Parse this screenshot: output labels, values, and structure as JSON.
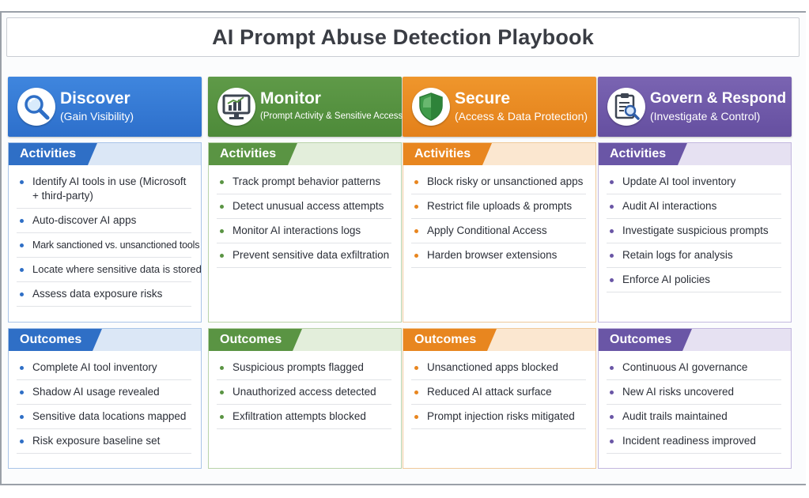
{
  "title": "AI Prompt Abuse Detection Playbook",
  "colors": {
    "discover": "#2f6fc6",
    "monitor": "#5a9443",
    "secure": "#e8861f",
    "govern": "#6a56a6"
  },
  "columns": [
    {
      "icon": "magnifier-icon",
      "title": "Discover",
      "subtitle": "(Gain Visibility)",
      "activities_label": "Activities",
      "activities": [
        "Identify AI tools in use (Microsoft + third-party)",
        "Auto-discover AI apps",
        "Mark sanctioned vs. unsanctioned tools",
        "Locate where sensitive data is stored",
        "Assess data exposure risks"
      ],
      "outcomes_label": "Outcomes",
      "outcomes": [
        "Complete AI tool inventory",
        "Shadow AI usage revealed",
        "Sensitive data locations mapped",
        "Risk exposure baseline set"
      ]
    },
    {
      "icon": "monitor-chart-icon",
      "title": "Monitor",
      "subtitle": "(Prompt Activity & Sensitive Access)",
      "activities_label": "Activities",
      "activities": [
        "Track prompt behavior patterns",
        "Detect unusual access attempts",
        "Monitor AI interactions logs",
        "Prevent sensitive data exfiltration"
      ],
      "outcomes_label": "Outcomes",
      "outcomes": [
        "Suspicious prompts flagged",
        "Unauthorized access detected",
        "Exfiltration attempts blocked"
      ]
    },
    {
      "icon": "shield-icon",
      "title": "Secure",
      "subtitle": "(Access & Data Protection)",
      "activities_label": "Activities",
      "activities": [
        "Block risky or unsanctioned apps",
        "Restrict file uploads & prompts",
        "Apply Conditional Access",
        "Harden browser extensions"
      ],
      "outcomes_label": "Outcomes",
      "outcomes": [
        "Unsanctioned apps blocked",
        "Reduced AI attack surface",
        "Prompt injection risks mitigated"
      ]
    },
    {
      "icon": "clipboard-search-icon",
      "title": "Govern & Respond",
      "subtitle": "(Investigate & Control)",
      "activities_label": "Activities",
      "activities": [
        "Update AI tool inventory",
        "Audit AI interactions",
        "Investigate suspicious prompts",
        "Retain logs for analysis",
        "Enforce AI policies"
      ],
      "outcomes_label": "Outcomes",
      "outcomes": [
        "Continuous AI governance",
        "New AI risks uncovered",
        "Audit trails maintained",
        "Incident readiness improved"
      ]
    }
  ]
}
